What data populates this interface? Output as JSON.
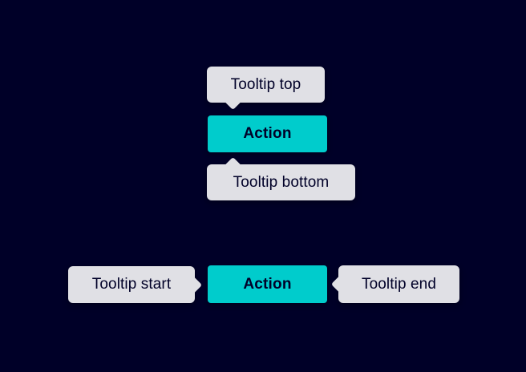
{
  "colors": {
    "background": "#000028",
    "accent": "#00cccc",
    "tooltip_bg": "#e0e0e5",
    "text_on_light": "#000028"
  },
  "vertical_group": {
    "tooltip_top_label": "Tooltip top",
    "action_label": "Action",
    "tooltip_bottom_label": "Tooltip bottom"
  },
  "horizontal_group": {
    "tooltip_start_label": "Tooltip start",
    "action_label": "Action",
    "tooltip_end_label": "Tooltip end"
  }
}
